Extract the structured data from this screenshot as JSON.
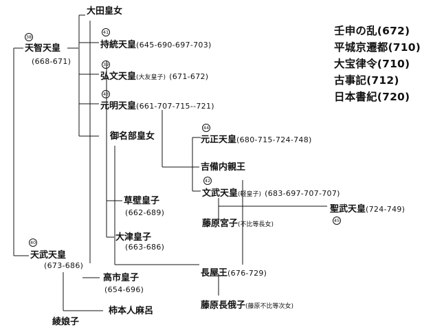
{
  "people": {
    "ota": {
      "name": "大田皇女"
    },
    "tenji": {
      "number": "38",
      "name": "天智天皇",
      "years": "(668-671)"
    },
    "jito": {
      "number": "41",
      "name": "持統天皇",
      "years": "(645-690-697-703)"
    },
    "kobun": {
      "number": "39",
      "name": "弘文天皇",
      "note": "(大友皇子)",
      "years": "(671-672)"
    },
    "genmei": {
      "number": "43",
      "name": "元明天皇",
      "years": "(661-707-715--721)"
    },
    "minabe": {
      "name": "御名部皇女"
    },
    "gensho": {
      "number": "44",
      "name": "元正天皇",
      "years": "(680-715-724-748)"
    },
    "kibi": {
      "name": "吉備内親王"
    },
    "monmu": {
      "number": "42",
      "name": "文武天皇",
      "note": "(軽皇子)",
      "years": "(683-697-707-707)"
    },
    "kusakabe": {
      "name": "草壁皇子",
      "years": "(662-689)"
    },
    "shomu": {
      "number": "45",
      "name": "聖武天皇",
      "years": "(724-749)"
    },
    "miyako": {
      "name": "藤原宮子",
      "note": "(不比等長女)"
    },
    "otsu": {
      "name": "大津皇子",
      "years": "(663-686)"
    },
    "tenmu": {
      "number": "40",
      "name": "天武天皇",
      "years": "(673-686)"
    },
    "nagaya": {
      "name": "長屋王",
      "years": "(676-729)"
    },
    "takechi": {
      "name": "高市皇子",
      "years": "(654-696)"
    },
    "kakinomoto": {
      "name": "柿本人麻呂"
    },
    "nagako": {
      "name": "藤原長俄子",
      "note": "(藤原不比等次女)"
    },
    "ayame": {
      "name": "綾娘子"
    }
  },
  "events": [
    "壬申の乱(672)",
    "平城京遷都(710)",
    "大宝律令(710)",
    "古事記(712)",
    "日本書紀(720)"
  ],
  "colors": {
    "ink": "#111111",
    "background": "#ffffff"
  }
}
